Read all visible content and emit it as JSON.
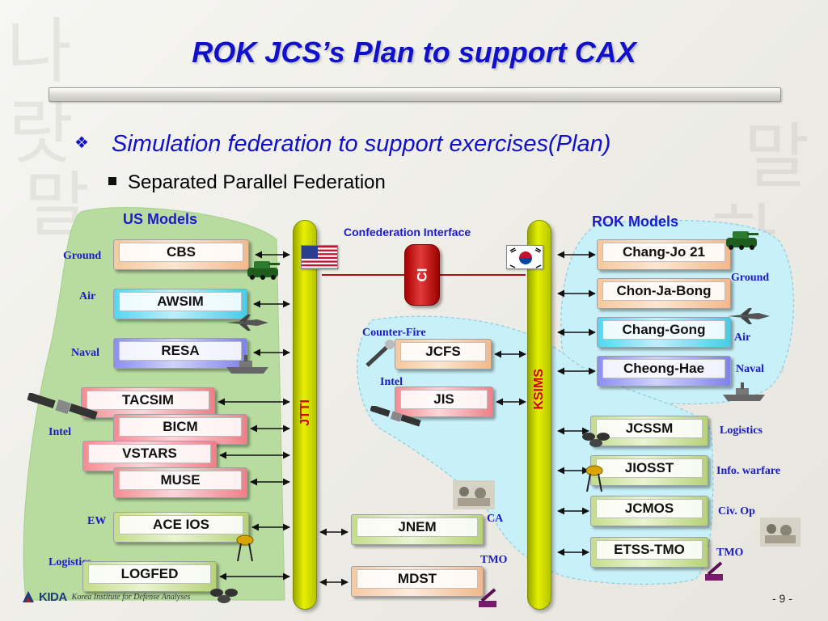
{
  "title": "ROK JCS’s Plan to support CAX",
  "bullet_level1": "Simulation federation to support exercises(Plan)",
  "bullet_level2": "Separated Parallel Federation",
  "section_labels": {
    "us_models": "US Models",
    "rok_models": "ROK Models",
    "confederation": "Confederation Interface"
  },
  "buses": {
    "jtti": "JTTI",
    "ksims": "KSIMS",
    "ci": "CI"
  },
  "us_side_labels": {
    "ground": "Ground",
    "air": "Air",
    "naval": "Naval",
    "intel": "Intel",
    "ew": "EW",
    "logistics": "Logistics"
  },
  "us_models": {
    "cbs": "CBS",
    "awsim": "AWSIM",
    "resa": "RESA",
    "tacsim": "TACSIM",
    "bicm": "BICM",
    "vstars": "VSTARS",
    "muse": "MUSE",
    "ace_ios": "ACE IOS",
    "logfed": "LOGFED"
  },
  "middle_labels": {
    "counter_fire": "Counter-Fire",
    "intel": "Intel",
    "ca": "CA",
    "tmo": "TMO"
  },
  "middle_models": {
    "jcfs": "JCFS",
    "jis": "JIS",
    "jnem": "JNEM",
    "mdst": "MDST"
  },
  "rok_side_labels": {
    "ground": "Ground",
    "air": "Air",
    "naval": "Naval",
    "logistics": "Logistics",
    "info_warfare": "Info. warfare",
    "civ_op": "Civ. Op",
    "tmo": "TMO"
  },
  "rok_models": {
    "chang_jo": "Chang-Jo 21",
    "chon_ja_bong": "Chon-Ja-Bong",
    "chang_gong": "Chang-Gong",
    "cheong_hae": "Cheong-Hae",
    "jcssm": "JCSSM",
    "jiosst": "JIOSST",
    "jcmos": "JCMOS",
    "etss_tmo": "ETSS-TMO"
  },
  "footer": {
    "logo": "KIDA",
    "org": "Korea Institute for Defense Analyses",
    "page": "- 9 -"
  },
  "colors": {
    "title_blue": "#1111cc",
    "bus_yellow": "#e6f000",
    "ci_red": "#c00000",
    "us_region": "#b8dca0",
    "rok_region": "#c8f0f8"
  }
}
